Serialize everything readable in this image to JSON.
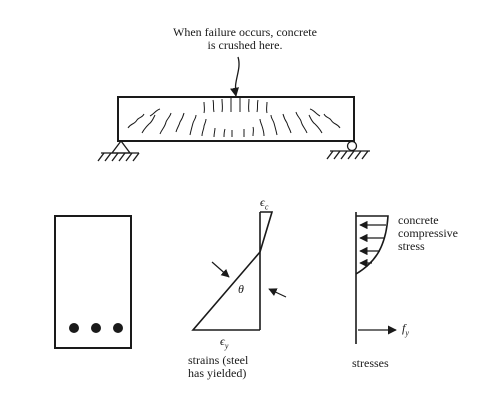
{
  "annotation": {
    "line1": "When failure occurs, concrete",
    "line2": "is crushed here."
  },
  "strain_diagram": {
    "top_symbol": "ϵ",
    "top_subscript": "c",
    "bottom_symbol": "ϵ",
    "bottom_subscript": "y",
    "angle_symbol": "θ",
    "caption_line1": "strains (steel",
    "caption_line2": "has yielded)"
  },
  "stress_diagram": {
    "label_line1": "concrete",
    "label_line2": "compressive",
    "label_line3": "stress",
    "steel_symbol": "f",
    "steel_subscript": "y",
    "caption": "stresses"
  },
  "colors": {
    "ink": "#1a1a1a",
    "background": "#ffffff"
  }
}
